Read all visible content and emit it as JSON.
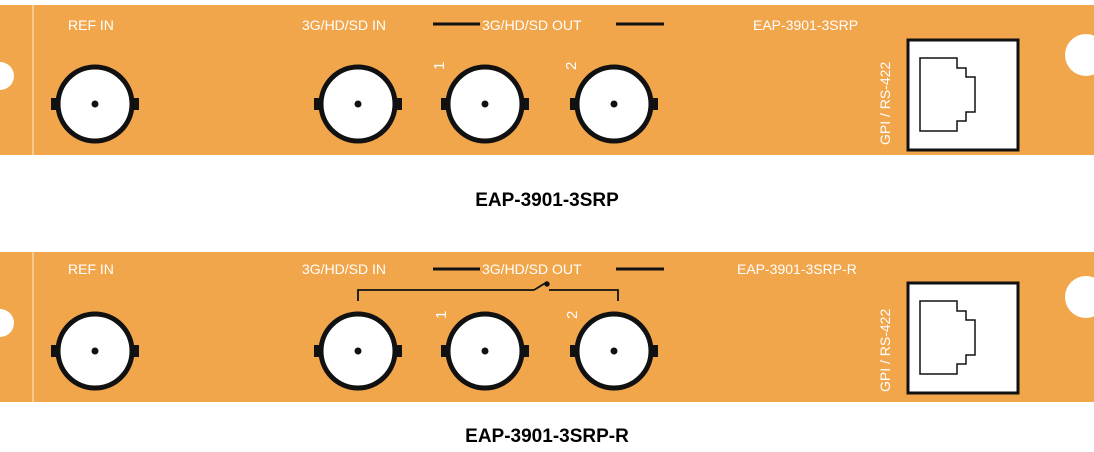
{
  "colors": {
    "panel": "#f2a64b",
    "panel_dark": "#e08f2f",
    "ink": "#111111",
    "label": "#ffffff",
    "background": "#ffffff"
  },
  "panels": [
    {
      "model": "EAP-3901-3SRP",
      "caption": "EAP-3901-3SRP",
      "ref_in_label": "REF IN",
      "in_label": "3G/HD/SD IN",
      "out_label": "3G/HD/SD OUT",
      "out_numbers": [
        "1",
        "2"
      ],
      "gpi_label": "GPI / RS-422",
      "has_relay": false,
      "icons": [
        "bnc-connector-icon",
        "rj45-port-icon"
      ]
    },
    {
      "model": "EAP-3901-3SRP-R",
      "caption": "EAP-3901-3SRP-R",
      "ref_in_label": "REF IN",
      "in_label": "3G/HD/SD IN",
      "out_label": "3G/HD/SD OUT",
      "out_numbers": [
        "1",
        "2"
      ],
      "gpi_label": "GPI / RS-422",
      "has_relay": true,
      "icons": [
        "bnc-connector-icon",
        "rj45-port-icon",
        "relay-bypass-switch-icon"
      ]
    }
  ]
}
